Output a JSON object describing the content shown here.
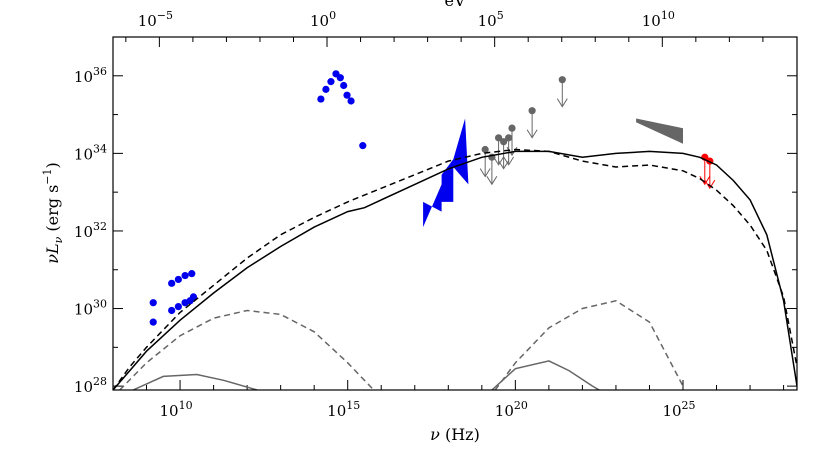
{
  "chart_data": {
    "type": "scatter",
    "x_scale": "log",
    "y_scale": "log",
    "xlim_log10_hz": [
      8,
      28.4
    ],
    "ylim_log10": [
      27.9,
      37.0
    ],
    "xlabel_parts": {
      "pre": "ν",
      "post": " (Hz)"
    },
    "ylabel_parts": {
      "a": "ν",
      "b": "L",
      "sub": "ν",
      "c": " (erg s",
      "sup": "−1",
      "d": ")"
    },
    "top_axis_label": "eV",
    "bottom_ticks": [
      {
        "exp": "10",
        "value_hz": 10000000000.0
      },
      {
        "exp": "15",
        "value_hz": 1000000000000000.0
      },
      {
        "exp": "20",
        "value_hz": 1e+20
      },
      {
        "exp": "25",
        "value_hz": 1e+25
      }
    ],
    "top_ticks": [
      {
        "exp": "−5",
        "value_ev": 1e-05
      },
      {
        "exp": "0",
        "value_ev": 1
      },
      {
        "exp": "5",
        "value_ev": 100000.0
      },
      {
        "exp": "10",
        "value_ev": 10000000000.0
      }
    ],
    "left_ticks": [
      {
        "exp": "28",
        "value": 1e+28
      },
      {
        "exp": "30",
        "value": 1e+30
      },
      {
        "exp": "32",
        "value": 1e+32
      },
      {
        "exp": "34",
        "value": 1e+34
      },
      {
        "exp": "36",
        "value": 1e+36
      }
    ],
    "series": [
      {
        "kind": "points",
        "color": "#0000ee",
        "points": [
          [
            9.2,
            30.15
          ],
          [
            9.2,
            29.65
          ],
          [
            9.75,
            29.95
          ],
          [
            9.95,
            30.05
          ],
          [
            10.15,
            30.15
          ],
          [
            10.3,
            30.2
          ],
          [
            10.4,
            30.3
          ],
          [
            9.75,
            30.65
          ],
          [
            9.95,
            30.75
          ],
          [
            10.15,
            30.85
          ],
          [
            10.35,
            30.9
          ],
          [
            14.2,
            35.4
          ],
          [
            14.35,
            35.65
          ],
          [
            14.5,
            35.85
          ],
          [
            14.65,
            36.05
          ],
          [
            14.78,
            35.95
          ],
          [
            14.88,
            35.75
          ],
          [
            14.98,
            35.5
          ],
          [
            15.1,
            35.35
          ],
          [
            15.45,
            34.2
          ]
        ]
      },
      {
        "kind": "points",
        "color": "#ff0000",
        "points": [
          [
            25.65,
            33.9
          ],
          [
            25.8,
            33.8
          ]
        ]
      },
      {
        "kind": "upper_limits",
        "color": "#666666",
        "points": [
          [
            19.1,
            34.1
          ],
          [
            19.3,
            33.9
          ],
          [
            19.5,
            34.4
          ],
          [
            19.65,
            34.3
          ],
          [
            19.8,
            34.4
          ],
          [
            19.9,
            34.65
          ],
          [
            20.5,
            35.1
          ],
          [
            21.4,
            35.9
          ]
        ]
      },
      {
        "kind": "upper_limits",
        "color": "#ff0000",
        "points": [
          [
            25.65,
            33.9
          ],
          [
            25.8,
            33.8
          ]
        ]
      },
      {
        "kind": "bowtie",
        "color": "#0000ee",
        "vertices": [
          [
            17.25,
            32.1
          ],
          [
            17.8,
            33.2
          ],
          [
            17.8,
            33.45
          ],
          [
            18.15,
            33.85
          ],
          [
            18.5,
            34.9
          ],
          [
            18.6,
            33.2
          ],
          [
            18.15,
            33.65
          ],
          [
            18.15,
            32.75
          ],
          [
            17.8,
            32.75
          ],
          [
            17.8,
            32.5
          ],
          [
            17.25,
            32.75
          ]
        ]
      },
      {
        "kind": "bowtie",
        "color": "#666666",
        "vertices": [
          [
            23.6,
            34.9
          ],
          [
            25.0,
            34.65
          ],
          [
            25.0,
            34.25
          ],
          [
            23.6,
            34.8
          ]
        ]
      },
      {
        "kind": "line",
        "stroke": "#000000",
        "dash": "none",
        "width": 1.5,
        "x": [
          8.0,
          8.5,
          9,
          10,
          11,
          12,
          13,
          14,
          15,
          15.5,
          16,
          17,
          18,
          19,
          20,
          21,
          22,
          23,
          24,
          25,
          25.5,
          26,
          26.5,
          27,
          27.5,
          28,
          28.4
        ],
        "y": [
          27.9,
          28.4,
          28.9,
          29.7,
          30.4,
          31.05,
          31.6,
          32.1,
          32.5,
          32.6,
          32.8,
          33.2,
          33.6,
          33.9,
          34.05,
          34.05,
          33.9,
          34.0,
          34.05,
          34.0,
          33.9,
          33.7,
          33.3,
          32.8,
          31.9,
          30.2,
          28.0
        ]
      },
      {
        "kind": "line",
        "stroke": "#000000",
        "dash": "6,4",
        "width": 1.5,
        "x": [
          8.0,
          8.5,
          9,
          10,
          11,
          12,
          13,
          14,
          15,
          16,
          17,
          18,
          19,
          20,
          21,
          22,
          23,
          24,
          25,
          25.5,
          26,
          26.5,
          27,
          27.5,
          28,
          28.4
        ],
        "y": [
          27.9,
          28.5,
          29.0,
          29.9,
          30.6,
          31.3,
          31.9,
          32.35,
          32.75,
          33.1,
          33.45,
          33.8,
          34.0,
          34.1,
          34.05,
          33.8,
          33.65,
          33.7,
          33.55,
          33.35,
          33.05,
          32.65,
          32.15,
          31.5,
          30.3,
          28.5
        ]
      },
      {
        "kind": "line",
        "stroke": "#666666",
        "dash": "6,4",
        "width": 1.5,
        "x": [
          8.2,
          9,
          10,
          11,
          12,
          13,
          14,
          15,
          16
        ],
        "y": [
          27.9,
          28.6,
          29.3,
          29.75,
          29.95,
          29.85,
          29.4,
          28.6,
          27.7
        ]
      },
      {
        "kind": "line",
        "stroke": "#666666",
        "dash": "none",
        "width": 1.5,
        "x": [
          8.6,
          9.5,
          10.5,
          11.3,
          12.3
        ],
        "y": [
          27.9,
          28.25,
          28.3,
          28.15,
          27.9
        ]
      },
      {
        "kind": "line",
        "stroke": "#666666",
        "dash": "6,4",
        "width": 1.5,
        "x": [
          19.4,
          20,
          21,
          22,
          23,
          24,
          25
        ],
        "y": [
          27.9,
          28.6,
          29.5,
          30.0,
          30.2,
          29.65,
          28.0
        ]
      },
      {
        "kind": "line",
        "stroke": "#666666",
        "dash": "none",
        "width": 1.5,
        "x": [
          19.3,
          20,
          21,
          21.6,
          22.3,
          22.5
        ],
        "y": [
          27.9,
          28.45,
          28.65,
          28.4,
          28.0,
          27.9
        ]
      }
    ]
  }
}
